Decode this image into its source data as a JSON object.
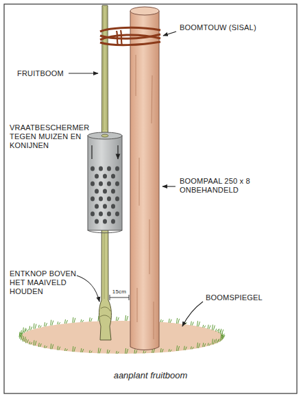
{
  "diagram": {
    "caption": "aanplant fruitboom",
    "labels": [
      "FRUITBOOM",
      "BOOMTOUW (SISAL)",
      "VRAATBESCHERMER TEGEN MUIZEN EN KONIJNEN",
      "BOOMPAAL 250 x 8 ONBEHANDELD",
      "ENTKNOP BOVEN HET MAAIVELD HOUDEN",
      "15cm",
      "BOOMSPIEGEL"
    ]
  }
}
